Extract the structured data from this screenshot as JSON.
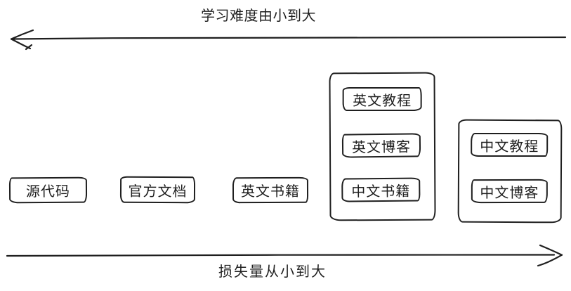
{
  "diagram": {
    "background": "#ffffff",
    "stroke_color": "#1f1f1f",
    "top_axis": {
      "label": "学习难度由小到大",
      "direction": "left"
    },
    "bottom_axis": {
      "label": "损失量从小到大",
      "direction": "right"
    },
    "nodes": [
      {
        "label": "源代码"
      },
      {
        "label": "官方文档"
      },
      {
        "label": "英文书籍"
      }
    ],
    "groups": [
      {
        "name": "english-and-chinese-books",
        "nodes": [
          {
            "label": "英文教程"
          },
          {
            "label": "英文博客"
          },
          {
            "label": "中文书籍"
          }
        ]
      },
      {
        "name": "chinese-resources",
        "nodes": [
          {
            "label": "中文教程"
          },
          {
            "label": "中文博客"
          }
        ]
      }
    ]
  }
}
